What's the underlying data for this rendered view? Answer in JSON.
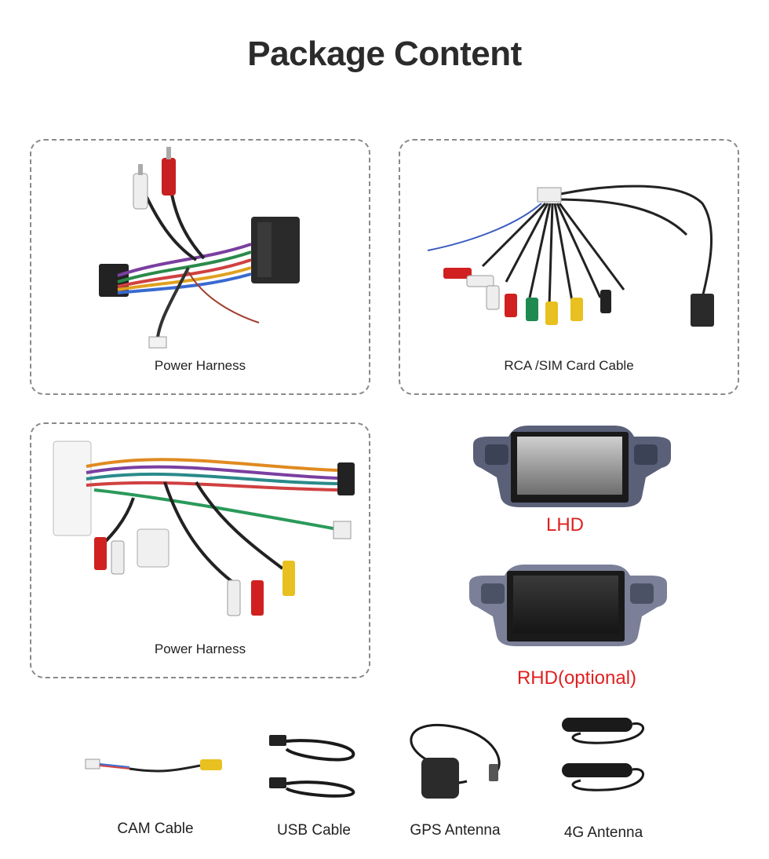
{
  "header": {
    "title": "Package Content"
  },
  "items": {
    "power_harness_1": {
      "label": "Power Harness"
    },
    "rca_sim_cable": {
      "label": "RCA /SIM Card Cable"
    },
    "power_harness_2": {
      "label": "Power Harness"
    },
    "lhd": {
      "label": "LHD"
    },
    "rhd": {
      "label": "RHD(optional)"
    },
    "cam_cable": {
      "label": "CAM Cable"
    },
    "usb_cable": {
      "label": "USB Cable"
    },
    "gps_antenna": {
      "label": "GPS Antenna"
    },
    "antenna_4g": {
      "label": "4G Antenna"
    }
  },
  "colors": {
    "accent_red": "#e02020",
    "border": "#8a8a8a"
  }
}
